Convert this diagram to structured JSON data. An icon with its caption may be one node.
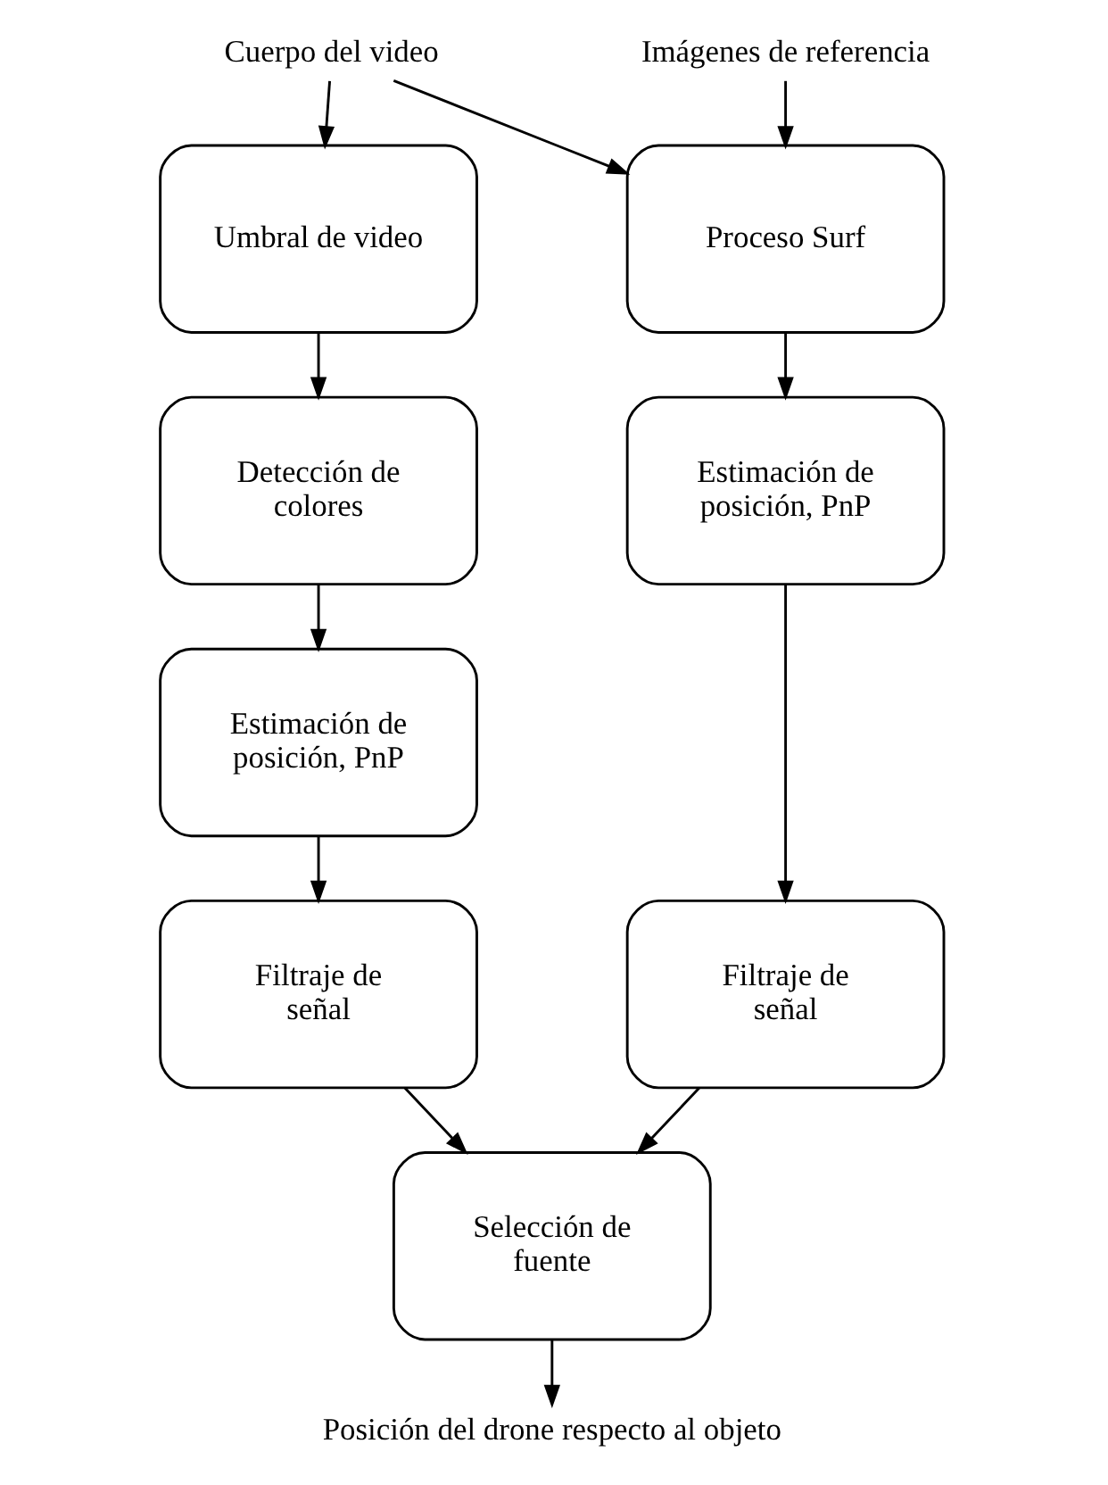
{
  "diagram": {
    "nodes": [
      {
        "text": [
          "Cuerpo del video"
        ]
      },
      {
        "text": [
          "Imágenes de referencia"
        ]
      },
      {
        "text": [
          "Umbral de video"
        ]
      },
      {
        "text": [
          "Detección de colores"
        ]
      },
      {
        "text": [
          "Estimación de posición, PnP"
        ]
      },
      {
        "text": [
          "Filtraje de señal"
        ]
      },
      {
        "text": [
          "Proceso Surf"
        ]
      },
      {
        "text": [
          "Estimación de posición, PnP"
        ]
      },
      {
        "text": [
          "Filtraje de señal"
        ]
      },
      {
        "text": [
          "Selección de fuente"
        ]
      },
      {
        "text": [
          "Posición del drone respecto al objeto"
        ]
      }
    ],
    "edges": [
      {
        "from": 0,
        "to": 2,
        "arrow": "to"
      },
      {
        "from": 0,
        "to": 6,
        "arrow": "to"
      },
      {
        "from": 1,
        "to": 6,
        "arrow": "to"
      },
      {
        "from": 2,
        "to": 3,
        "arrow": "to"
      },
      {
        "from": 3,
        "to": 4,
        "arrow": "to"
      },
      {
        "from": 4,
        "to": 5,
        "arrow": "to"
      },
      {
        "from": 6,
        "to": 7,
        "arrow": "to"
      },
      {
        "from": 7,
        "to": 8,
        "arrow": "to"
      },
      {
        "from": 5,
        "to": 9,
        "arrow": "to"
      },
      {
        "from": 8,
        "to": 9,
        "arrow": "to"
      },
      {
        "from": 9,
        "to": 10,
        "arrow": "to"
      }
    ]
  }
}
